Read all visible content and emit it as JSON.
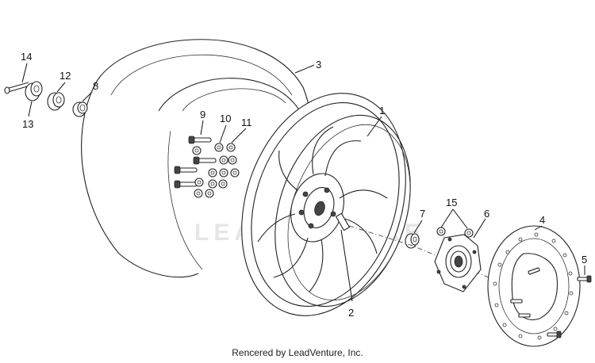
{
  "watermark": "LEADVENTURE",
  "credit": "Rencered by LeadVenture, Inc.",
  "callouts": [
    "1",
    "2",
    "3",
    "4",
    "5",
    "6",
    "7",
    "8",
    "9",
    "10",
    "11",
    "12",
    "13",
    "14",
    "15"
  ]
}
